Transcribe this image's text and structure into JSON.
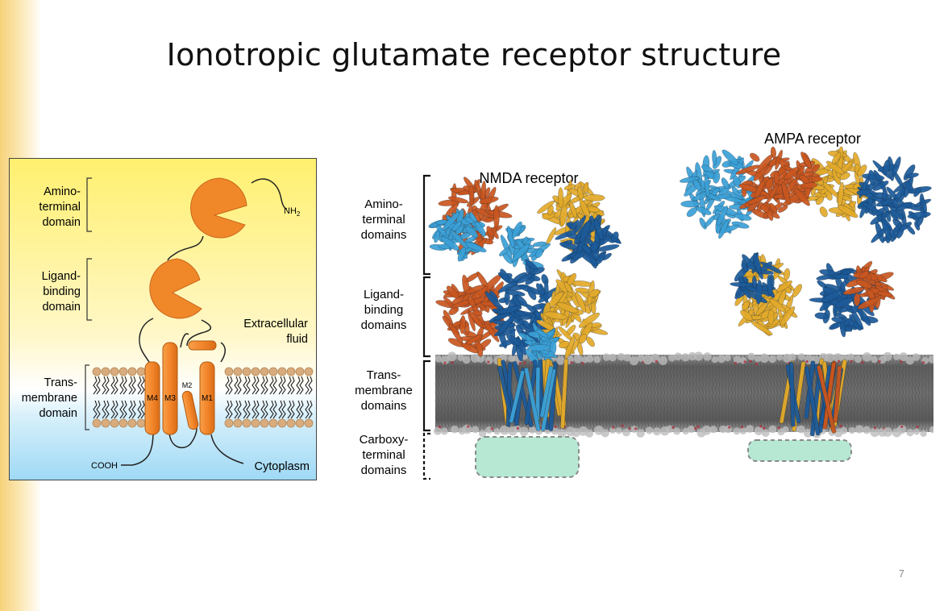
{
  "slide": {
    "title": "Ionotropic glutamate receptor structure",
    "page_number": "7"
  },
  "topology": {
    "amino_terminal_label": [
      "Amino-",
      "terminal",
      "domain"
    ],
    "ligand_binding_label": [
      "Ligand-",
      "binding",
      "domain"
    ],
    "transmembrane_label": [
      "Trans-",
      "membrane",
      "domain"
    ],
    "extracellular_label": [
      "Extracellular",
      "fluid"
    ],
    "cytoplasm_label": "Cytoplasm",
    "nh2_label": "NH",
    "nh2_sub": "2",
    "cooh_label": "COOH",
    "helices": [
      "M4",
      "M3",
      "M2",
      "M1"
    ]
  },
  "structures": {
    "nmda_title": "NMDA receptor",
    "ampa_title": "AMPA receptor",
    "amino_terminal_label": [
      "Amino-",
      "terminal",
      "domains"
    ],
    "ligand_binding_label": [
      "Ligand-",
      "binding",
      "domains"
    ],
    "transmembrane_label": [
      "Trans-",
      "membrane",
      "domains"
    ],
    "carboxy_terminal_label": [
      "Carboxy-",
      "terminal",
      "domains"
    ]
  },
  "colors": {
    "orange": "#f0882a",
    "dark_blue": "#1c5a99",
    "light_blue": "#3ba0d6",
    "gold": "#e3aa2a",
    "rust": "#c9561f",
    "ctd_fill": "#b6e8d4",
    "membrane": "#6a6a6a"
  }
}
